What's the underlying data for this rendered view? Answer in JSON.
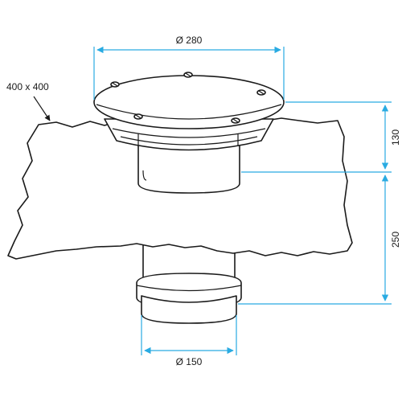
{
  "labels": {
    "sheet_size": "400 x 400",
    "top_diameter": "Ø 280",
    "pipe_diameter": "Ø 150",
    "upper_height": "130",
    "lower_height": "250"
  },
  "colors": {
    "dimension": "#29abe2",
    "outline": "#1a1a1a",
    "background": "#ffffff"
  }
}
